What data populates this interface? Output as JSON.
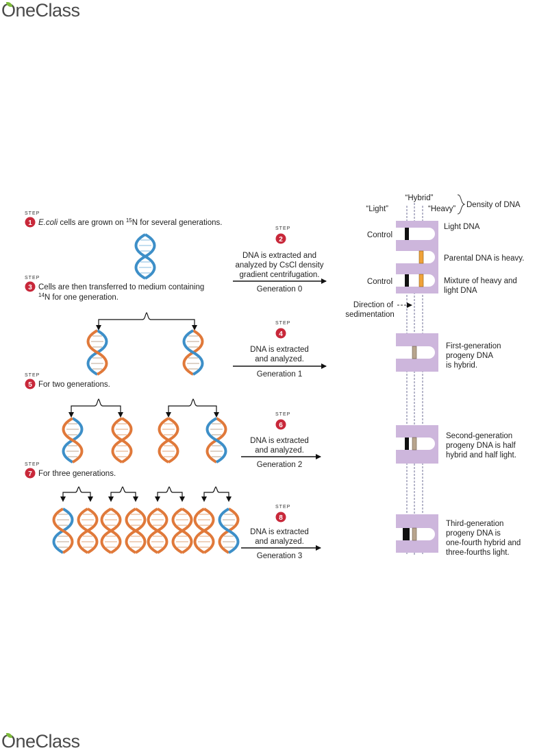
{
  "brand": "OneClass",
  "header": {
    "hybrid": "“Hybrid”",
    "light": "“Light”",
    "heavy": "“Heavy”",
    "density": "Density of DNA"
  },
  "step_word": "STEP",
  "steps": {
    "s1_num": "1",
    "s1_text_a": "E.coli",
    "s1_text_b": " cells are grown on ",
    "s1_sup": "15",
    "s1_text_c": "N for several generations.",
    "s2_num": "2",
    "s2_l1": "DNA is extracted and",
    "s2_l2": "analyzed by CsCl density",
    "s2_l3": "gradient centrifugation.",
    "s2_gen": "Generation 0",
    "s3_num": "3",
    "s3_l1": "Cells are then transferred to medium containing",
    "s3_sup": "14",
    "s3_l2": "N  for one generation.",
    "s4_num": "4",
    "s4_l1": "DNA is extracted",
    "s4_l2": "and analyzed.",
    "s4_gen": "Generation 1",
    "s5_num": "5",
    "s5_text": "For two generations.",
    "s6_num": "6",
    "s6_l1": "DNA is extracted",
    "s6_l2": "and analyzed.",
    "s6_gen": "Generation 2",
    "s7_num": "7",
    "s7_text": "For three generations.",
    "s8_num": "8",
    "s8_l1": "DNA is extracted",
    "s8_l2": "and analyzed.",
    "s8_gen": "Generation 3"
  },
  "labels": {
    "control1": "Control",
    "control2": "Control",
    "light_dna": "Light DNA",
    "parental": "Parental DNA is heavy.",
    "mix_l1": "Mixture of heavy and",
    "mix_l2": "light DNA",
    "dir_l1": "Direction of",
    "dir_l2": "sedimentation",
    "g1_l1": "First-generation",
    "g1_l2": "progeny DNA",
    "g1_l3": "is hybrid.",
    "g2_l1": "Second-generation",
    "g2_l2": "progeny DNA is half",
    "g2_l3": "hybrid and half light.",
    "g3_l1": "Third-generation",
    "g3_l2": "progeny DNA is",
    "g3_l3": "one-fourth hybrid and",
    "g3_l4": "three-fourths light."
  },
  "colors": {
    "blue_strand": "#3d8fc8",
    "orange_strand": "#e0793a",
    "step_badge": "#c8283a",
    "panel": "#cdb6dc",
    "light_band": "#111111",
    "heavy_band": "#f0a23a",
    "hybrid_band": "#b8a58e"
  }
}
